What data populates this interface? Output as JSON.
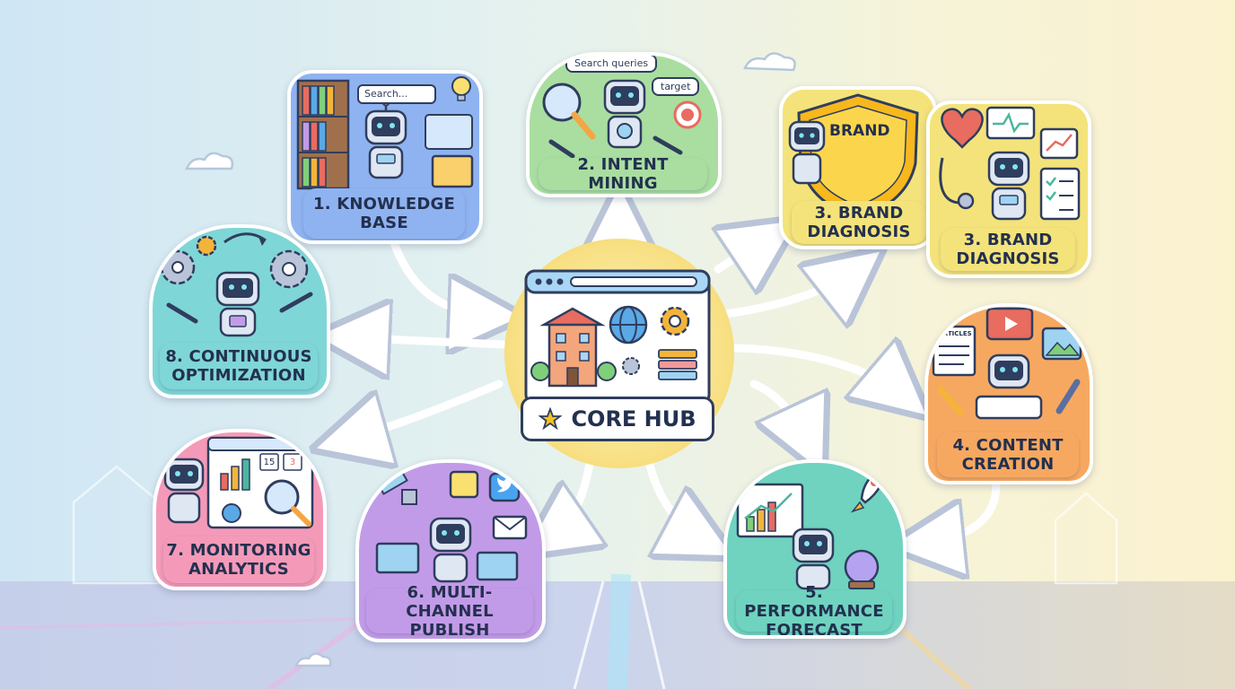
{
  "hub": {
    "label": "CORE HUB"
  },
  "nodes": {
    "knowledge_base": {
      "label": "1. KNOWLEDGE\nBASE",
      "search_placeholder": "Search..."
    },
    "intent_mining": {
      "label": "2. INTENT MINING",
      "search_tag": "Search queries",
      "target_tag": "target"
    },
    "brand_diagnosis_a": {
      "label": "3. BRAND\nDIAGNOSIS",
      "shield_text": "BRAND"
    },
    "brand_diagnosis_b": {
      "label": "3. BRAND\nDIAGNOSIS"
    },
    "content_creation": {
      "label": "4. CONTENT\nCREATION",
      "articles_text": "ARTICLES"
    },
    "performance_forecast": {
      "label": "5. PERFORMANCE\nFORECAST"
    },
    "multichannel_publish": {
      "label": "6. MULTI-CHANNEL\nPUBLISH"
    },
    "monitoring_analytics": {
      "label": "7. MONITORING\nANALYTICS",
      "calendar_a": "15",
      "calendar_b": "3"
    },
    "continuous_optimization": {
      "label": "8. CONTINUOUS\nOPTIMIZATION"
    }
  },
  "colors": {
    "knowledge_base": "#8fb3f0",
    "intent_mining": "#a9dea0",
    "brand_diagnosis": "#f4e37a",
    "content_creation": "#f7a860",
    "performance_forecast": "#6fd3bf",
    "multichannel_publish": "#c29be8",
    "monitoring_analytics": "#f49ab8",
    "continuous_optimization": "#7fd6d6",
    "hub_glow": "#fbe9a6",
    "outline": "#2f3d5e"
  },
  "icons": [
    "robot-icon",
    "bookshelf-icon",
    "lightbulb-icon",
    "magnifier-icon",
    "shield-icon",
    "heart-icon",
    "gear-icon",
    "globe-icon",
    "building-icon",
    "star-icon",
    "rocket-icon",
    "satellite-icon",
    "twitter-icon",
    "mail-icon",
    "crystal-ball-icon",
    "pencil-icon",
    "play-icon"
  ]
}
